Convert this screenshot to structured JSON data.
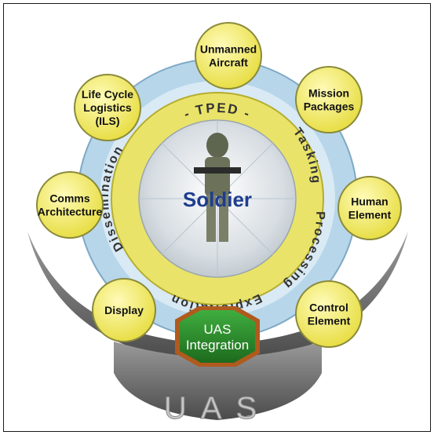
{
  "center": {
    "label": "Soldier"
  },
  "ring_title": "- TPED -",
  "ring_words": [
    "Tasking",
    "Processing",
    "Exploitation",
    "Dissemination"
  ],
  "nodes": [
    {
      "id": "unmanned-aircraft",
      "lines": [
        "Unmanned",
        "Aircraft"
      ]
    },
    {
      "id": "mission-packages",
      "lines": [
        "Mission",
        "Packages"
      ]
    },
    {
      "id": "human-element",
      "lines": [
        "Human",
        "Element"
      ]
    },
    {
      "id": "control-element",
      "lines": [
        "Control",
        "Element"
      ]
    },
    {
      "id": "display",
      "lines": [
        "Display"
      ]
    },
    {
      "id": "comms-architecture",
      "lines": [
        "Comms",
        "Architecture"
      ]
    },
    {
      "id": "life-cycle-logistics",
      "lines": [
        "Life Cycle",
        "Logistics",
        "(ILS)"
      ]
    }
  ],
  "hub": {
    "lines": [
      "UAS",
      "Integration"
    ]
  },
  "base_label": "UAS",
  "colors": {
    "outer_ring": "#b7d6ea",
    "yellow_ring": "#e9e36a",
    "node_fill": "#f2ea5a",
    "node_stroke": "#8a8a3a",
    "hub_fill": "#2f8a2f",
    "hub_border": "#b05a1e",
    "center_text": "#1e3d8f",
    "wing": "#6d6d6d"
  }
}
